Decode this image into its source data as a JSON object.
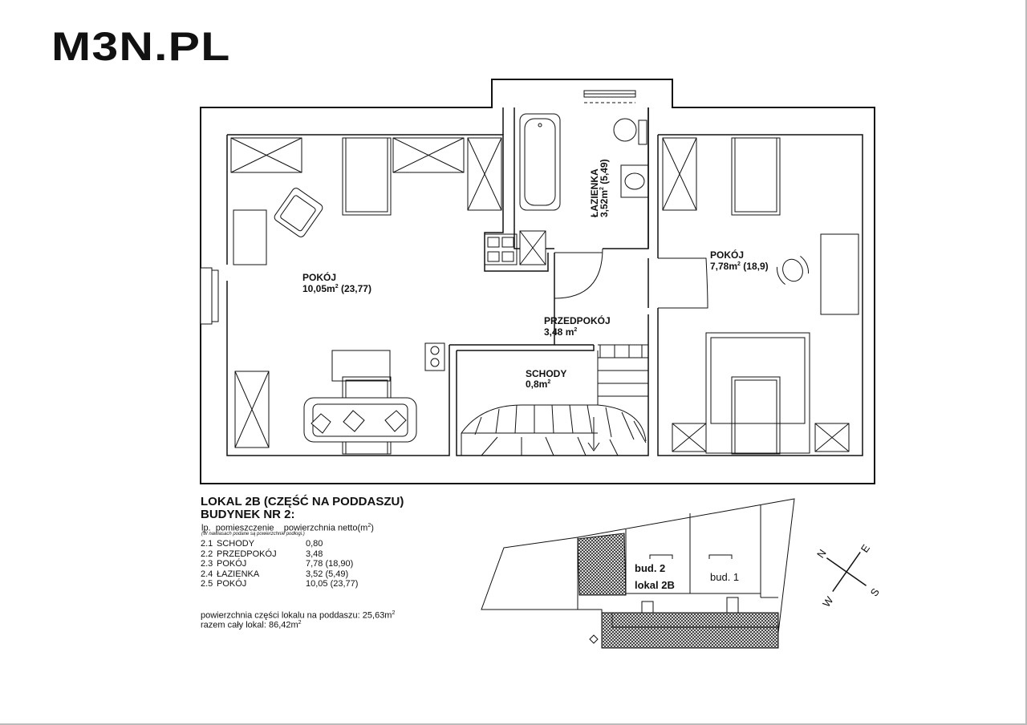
{
  "logo": "M3N.PL",
  "rooms": {
    "pokoj_left": {
      "name": "POKÓJ",
      "area": "10,05m",
      "extra": " (23,77)"
    },
    "lazienka": {
      "name": "ŁAZIENKA",
      "area": "3,52m",
      "extra": " (5,49)"
    },
    "pokoj_right": {
      "name": "POKÓJ",
      "area": "7,78m",
      "extra": " (18,9)"
    },
    "przedpokoj": {
      "name": "PRZEDPOKÓJ",
      "area": "3,48 m"
    },
    "schody": {
      "name": "SCHODY",
      "area": "0,8m"
    },
    "sup": "2"
  },
  "legend": {
    "title1": "LOKAL 2B (CZĘŚĆ NA PODDASZU)",
    "title2": "BUDYNEK NR 2:",
    "col_lp": "lp.",
    "col_room": "pomieszczenie",
    "col_area": "powierzchnia netto(m",
    "col_area_end": ")",
    "note": "(W nawiasach podane są powierzchnie podłogi.)",
    "rows": [
      {
        "lp": "2.1",
        "name": "SCHODY",
        "area": "0,80"
      },
      {
        "lp": "2.2",
        "name": "PRZEDPOKÓJ",
        "area": "3,48"
      },
      {
        "lp": "2.3",
        "name": "POKÓJ",
        "area": "7,78 (18,90)"
      },
      {
        "lp": "2.4",
        "name": "ŁAZIENKA",
        "area": "3,52 (5,49)"
      },
      {
        "lp": "2.5",
        "name": "POKÓJ",
        "area": "10,05 (23,77)"
      }
    ],
    "sum1": "powierzchnia części lokalu na poddaszu: 25,63m",
    "sum2": "razem cały lokal: 86,42m"
  },
  "site": {
    "bud2_line1": "bud. 2",
    "bud2_line2": "lokal 2B",
    "bud1": "bud. 1"
  },
  "compass": {
    "n": "N",
    "s": "S",
    "e": "E",
    "w": "W"
  }
}
